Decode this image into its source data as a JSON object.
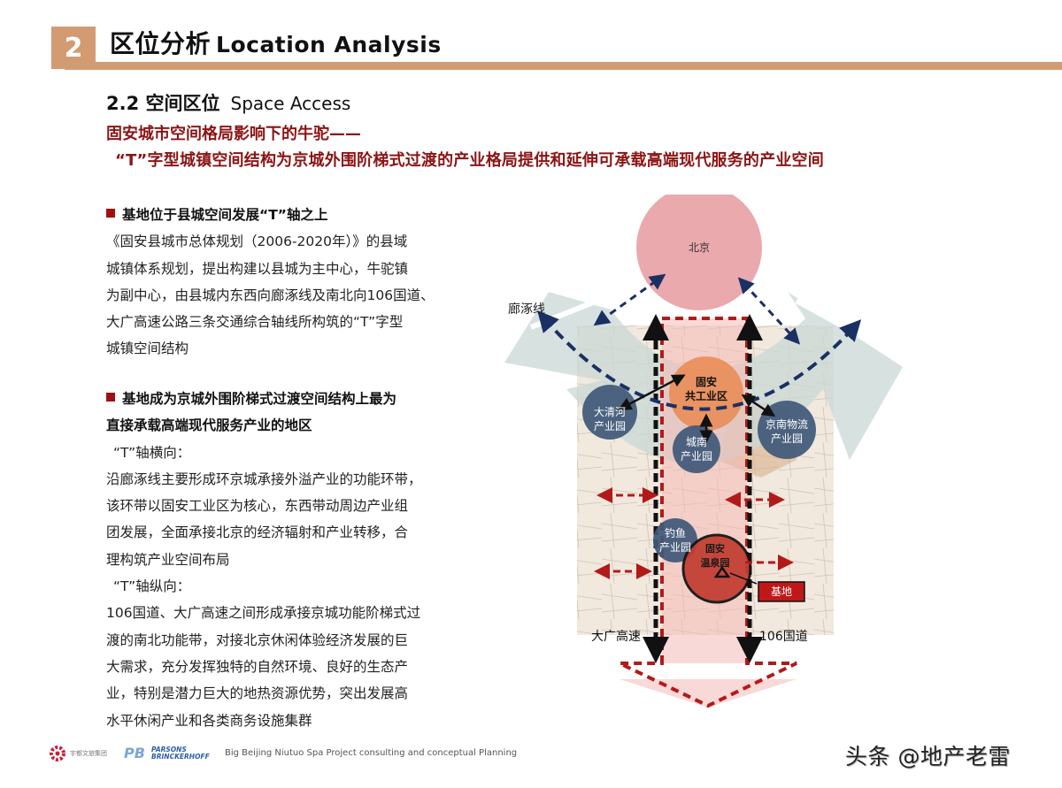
{
  "header": {
    "section_number": "2",
    "title_cn": "区位分析",
    "title_en": "Location  Analysis",
    "accent_color": "#d39b72"
  },
  "subsection": {
    "title_cn": "2.2 空间区位",
    "title_en": "Space Access"
  },
  "tagline": {
    "line1": "固安城市空间格局影响下的牛驼——",
    "line2": "“T”字型城镇空间结构为京城外围阶梯式过渡的产业格局提供和延伸可承载高端现代服务的产业空间",
    "color": "#8b1414"
  },
  "body": {
    "bullet1": {
      "heading": "基地位于县城空间发展“T”轴之上",
      "text": [
        "《固安县城市总体规划（2006-2020年）》的县域",
        "城镇体系规划，提出构建以县城为主中心，牛驼镇",
        "为副中心，由县城内东西向廊涿线及南北向106国道、",
        "大广高速公路三条交通综合轴线所构筑的“T”字型",
        "城镇空间结构"
      ]
    },
    "bullet2": {
      "heading_line1": "基地成为京城外围阶梯式过渡空间结构上最为",
      "heading_line2": "直接承载高端现代服务产业的地区",
      "horizontal_label": "“T”轴横向：",
      "horizontal_text": [
        "沿廊涿线主要形成环京城承接外溢产业的功能环带，",
        "该环带以固安工业区为核心，东西带动周边产业组",
        "团发展，全面承接北京的经济辐射和产业转移，合",
        "理构筑产业空间布局"
      ],
      "vertical_label": "“T”轴纵向：",
      "vertical_text": [
        "106国道、大广高速之间形成承接京城功能阶梯式过",
        "渡的南北功能带，对接北京休闲体验经济发展的巨",
        "大需求，充分发挥独特的自然环境、良好的生态产",
        "业，特别是潜力巨大的地热资源优势，突出发展高",
        "水平休闲产业和各类商务设施集群"
      ]
    }
  },
  "diagram": {
    "beijing": "北京",
    "langzhuo_line": "廊涿线",
    "gu_an_industrial_line1": "固安",
    "gu_an_industrial_line2": "共工业区",
    "daqinghe_line1": "大清河",
    "daqinghe_line2": "产业园",
    "chengnan_line1": "城南",
    "chengnan_line2": "产业园",
    "jingnan_line1": "京南物流",
    "jingnan_line2": "产业园",
    "diaoyu_line1": "钓鱼",
    "diaoyu_line2": "产业园",
    "hotspring_line1": "固安",
    "hotspring_line2": "温泉园",
    "site_label": "基地",
    "daguang_expressway": "大广高速",
    "route_106": "106国道",
    "colors": {
      "beijing": "#e8a0a4",
      "park_circle": "#3f5878",
      "industrial": "#e98a50",
      "hotspring": "#c23c30",
      "site_badge": "#c01818",
      "arrow_band": "#cfdcda",
      "dash_blue": "#1a3064",
      "dash_red": "#b21a1a"
    }
  },
  "footer": {
    "logo1_text": "宇都文旅集团",
    "logo2_line1": "PARSONS",
    "logo2_line2": "BRINCKERHOFF",
    "caption": "Big Beijing Niutuo Spa Project consulting and conceptual Planning",
    "watermark": "头条 @地产老雷"
  }
}
